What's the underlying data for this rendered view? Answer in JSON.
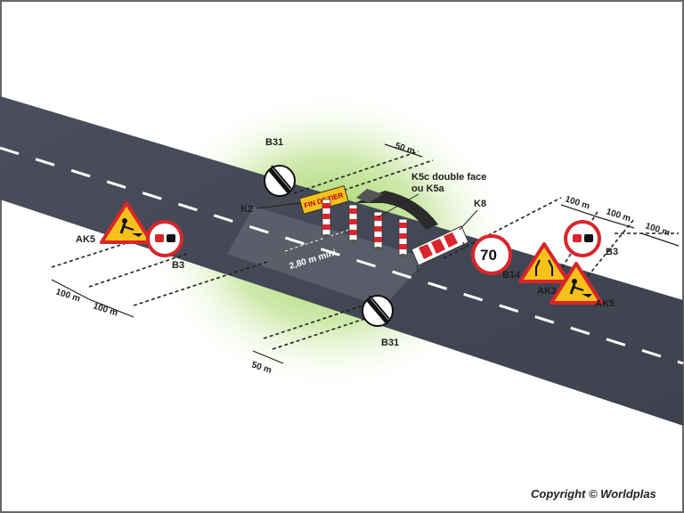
{
  "labels": {
    "b31_top": "B31",
    "b31_bottom": "B31",
    "k2": "K2",
    "k5c": "K5c double face",
    "k5a": "ou K5a",
    "k8": "K8",
    "ak5_left": "AK5",
    "b3_left": "B3",
    "b14": "B14",
    "ak3": "AK3",
    "b3_right": "B3",
    "ak5_right": "AK5",
    "width_note": "2,80 m mini"
  },
  "dimensions": {
    "top_50": "50 m",
    "bottom_50": "50 m",
    "left_100_a": "100 m",
    "left_100_b": "100 m",
    "right_100_a": "100 m",
    "right_100_b": "100 m",
    "right_100_c": "100 m"
  },
  "signs": {
    "k2_text_a": "FIN DE",
    "k2_text_b": "TIER",
    "speed_limit": "70"
  },
  "footer": {
    "copyright": "Copyright © Worldplas"
  },
  "colors": {
    "road": "#4a4e5c",
    "glow": "#86c83a",
    "sign_red": "#d8262c",
    "sign_yellow": "#f6c21a",
    "frame": "#666666"
  }
}
